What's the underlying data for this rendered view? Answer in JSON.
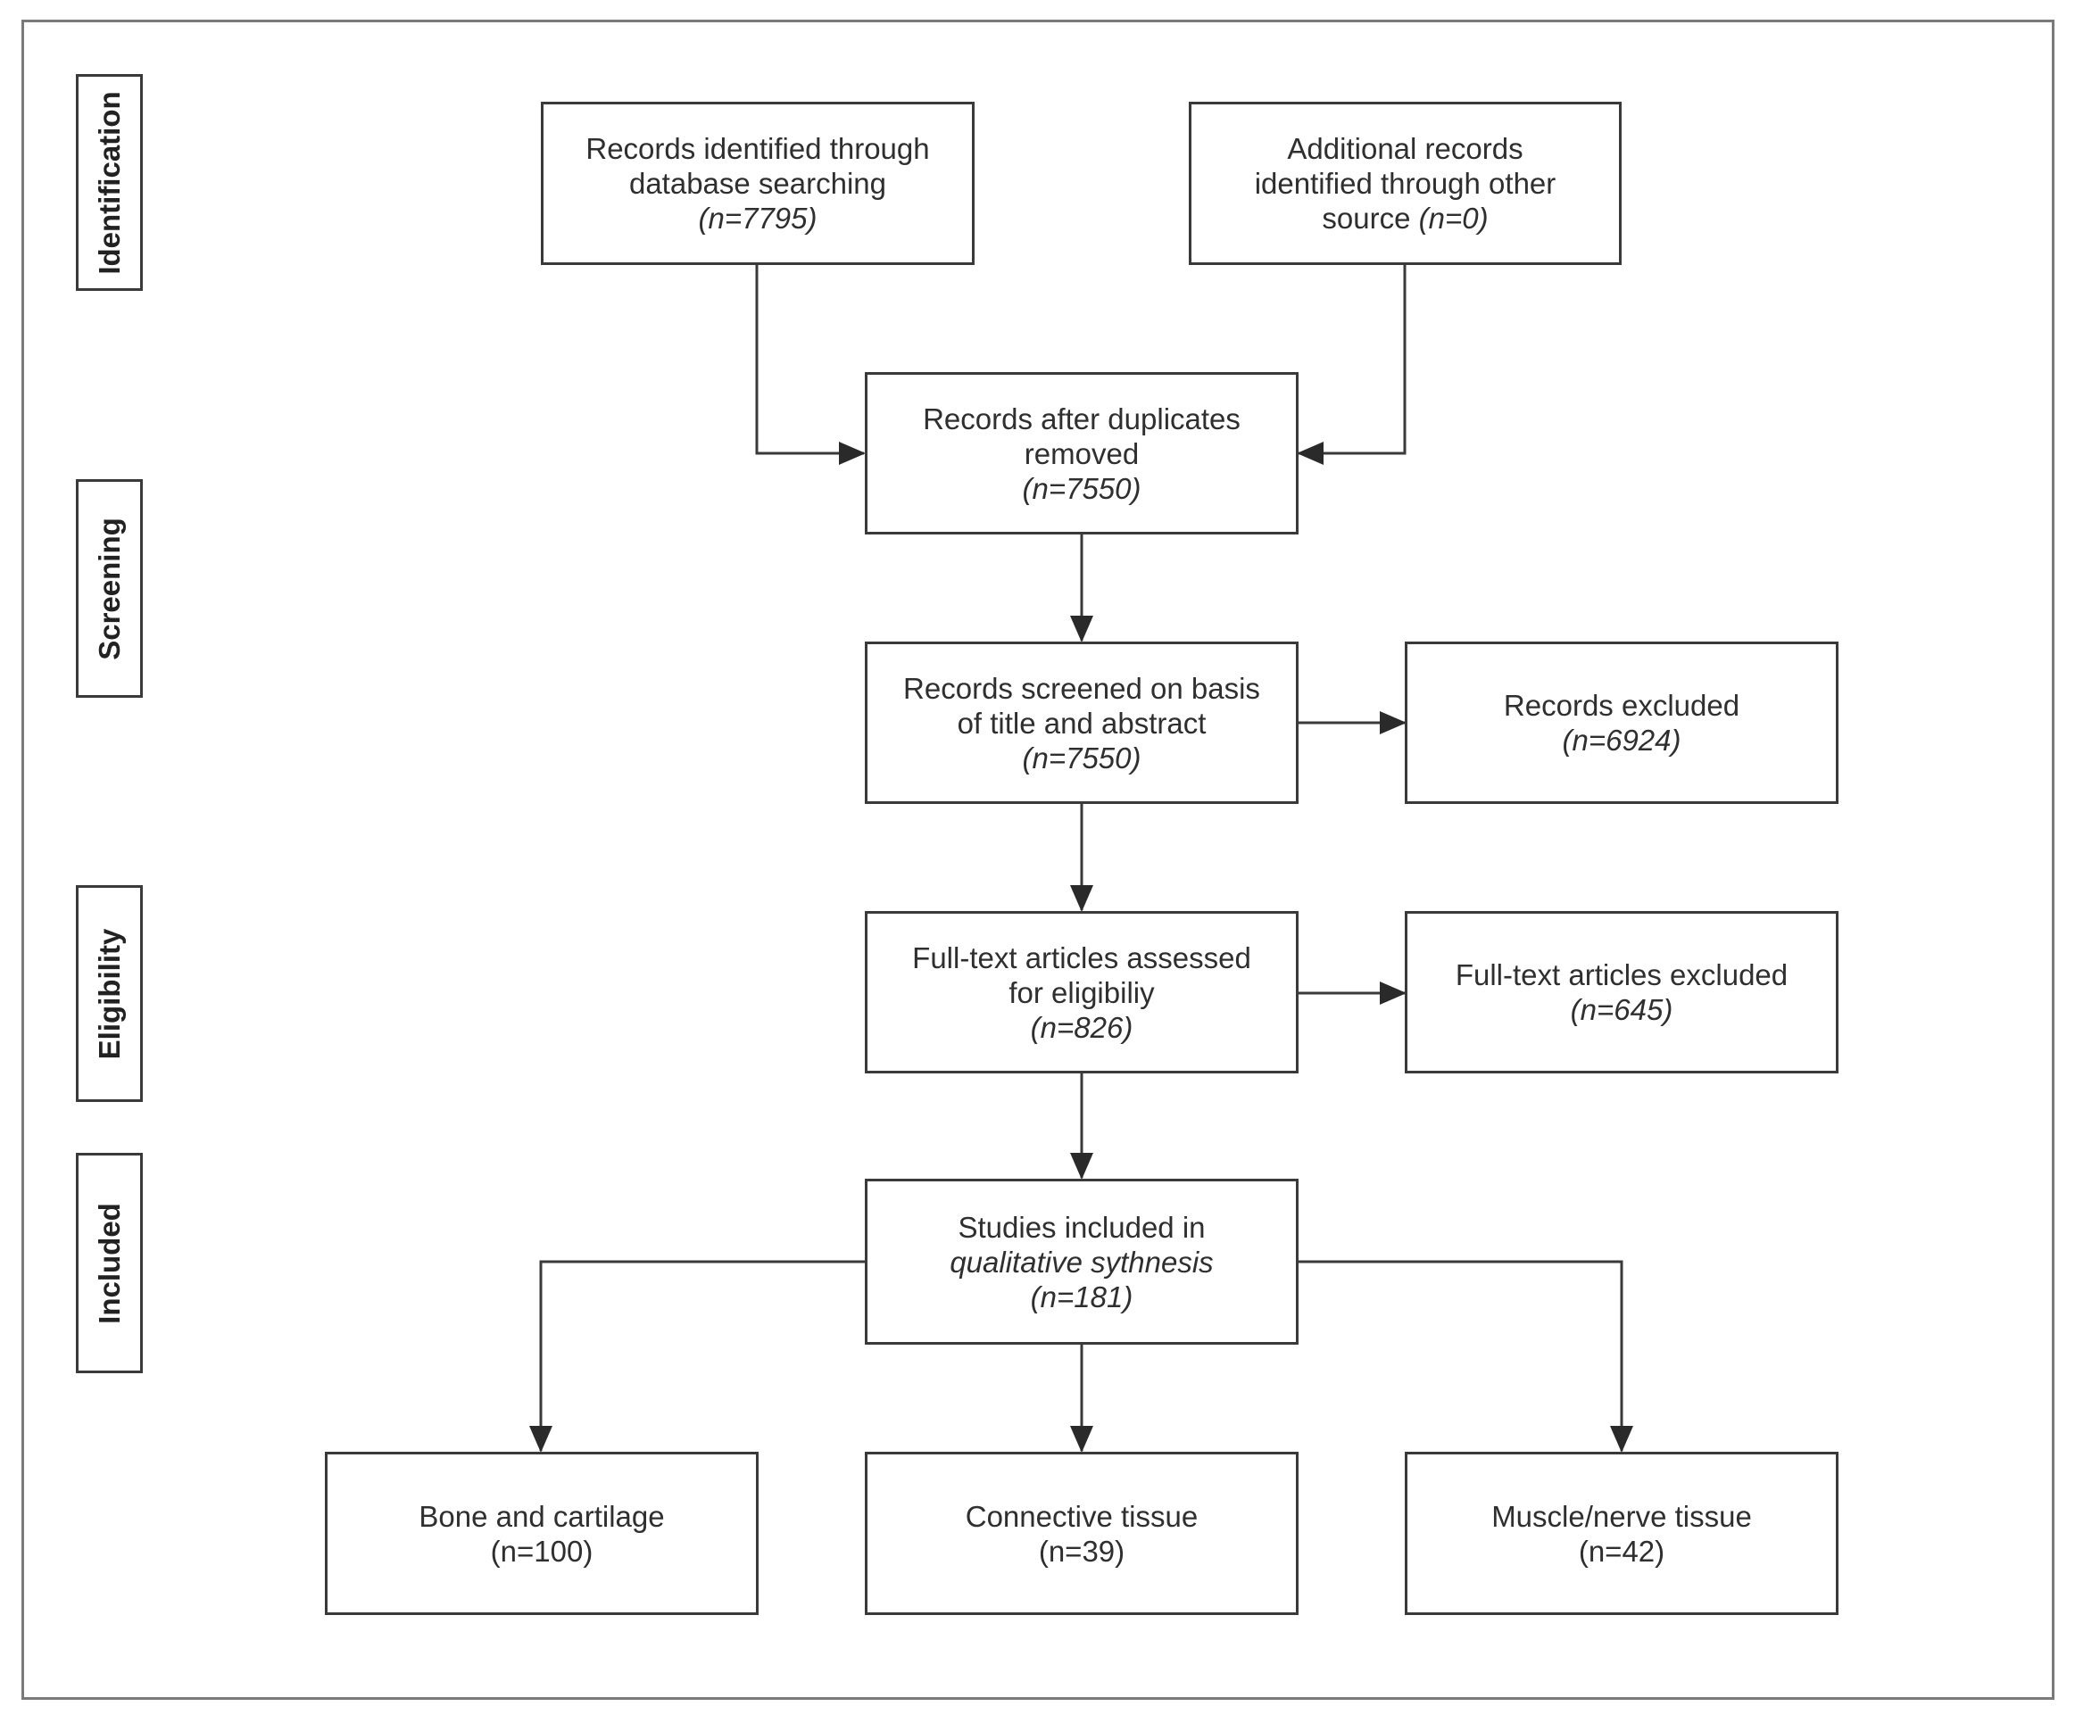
{
  "stages": {
    "identification": "Identification",
    "screening": "Screening",
    "eligibility": "Eligibility",
    "included": "Included"
  },
  "boxes": {
    "database": {
      "line1": "Records identified through",
      "line2": "database searching",
      "n": "(n=7795)"
    },
    "other": {
      "line1": "Additional records",
      "line2": "identified through other",
      "line3": "source",
      "n": "(n=0)"
    },
    "duplicates": {
      "line1": "Records after duplicates",
      "line2": "removed",
      "n": "(n=7550)"
    },
    "screened": {
      "line1": "Records screened on basis",
      "line2": "of title and abstract",
      "n": "(n=7550)"
    },
    "excluded": {
      "line1": "Records excluded",
      "n": "(n=6924)"
    },
    "fulltext": {
      "line1": "Full-text articles assessed",
      "line2": "for eligibiliy",
      "n": "(n=826)"
    },
    "fulltext_excluded": {
      "line1": "Full-text articles excluded",
      "n": "(n=645)"
    },
    "included": {
      "line1": "Studies included in",
      "line2": "qualitative sythnesis",
      "n": "(n=181)"
    },
    "bone": {
      "line1": "Bone and cartilage",
      "n": "(n=100)"
    },
    "connective": {
      "line1": "Connective tissue",
      "n": "(n=39)"
    },
    "muscle": {
      "line1": "Muscle/nerve tissue",
      "n": "(n=42)"
    }
  }
}
